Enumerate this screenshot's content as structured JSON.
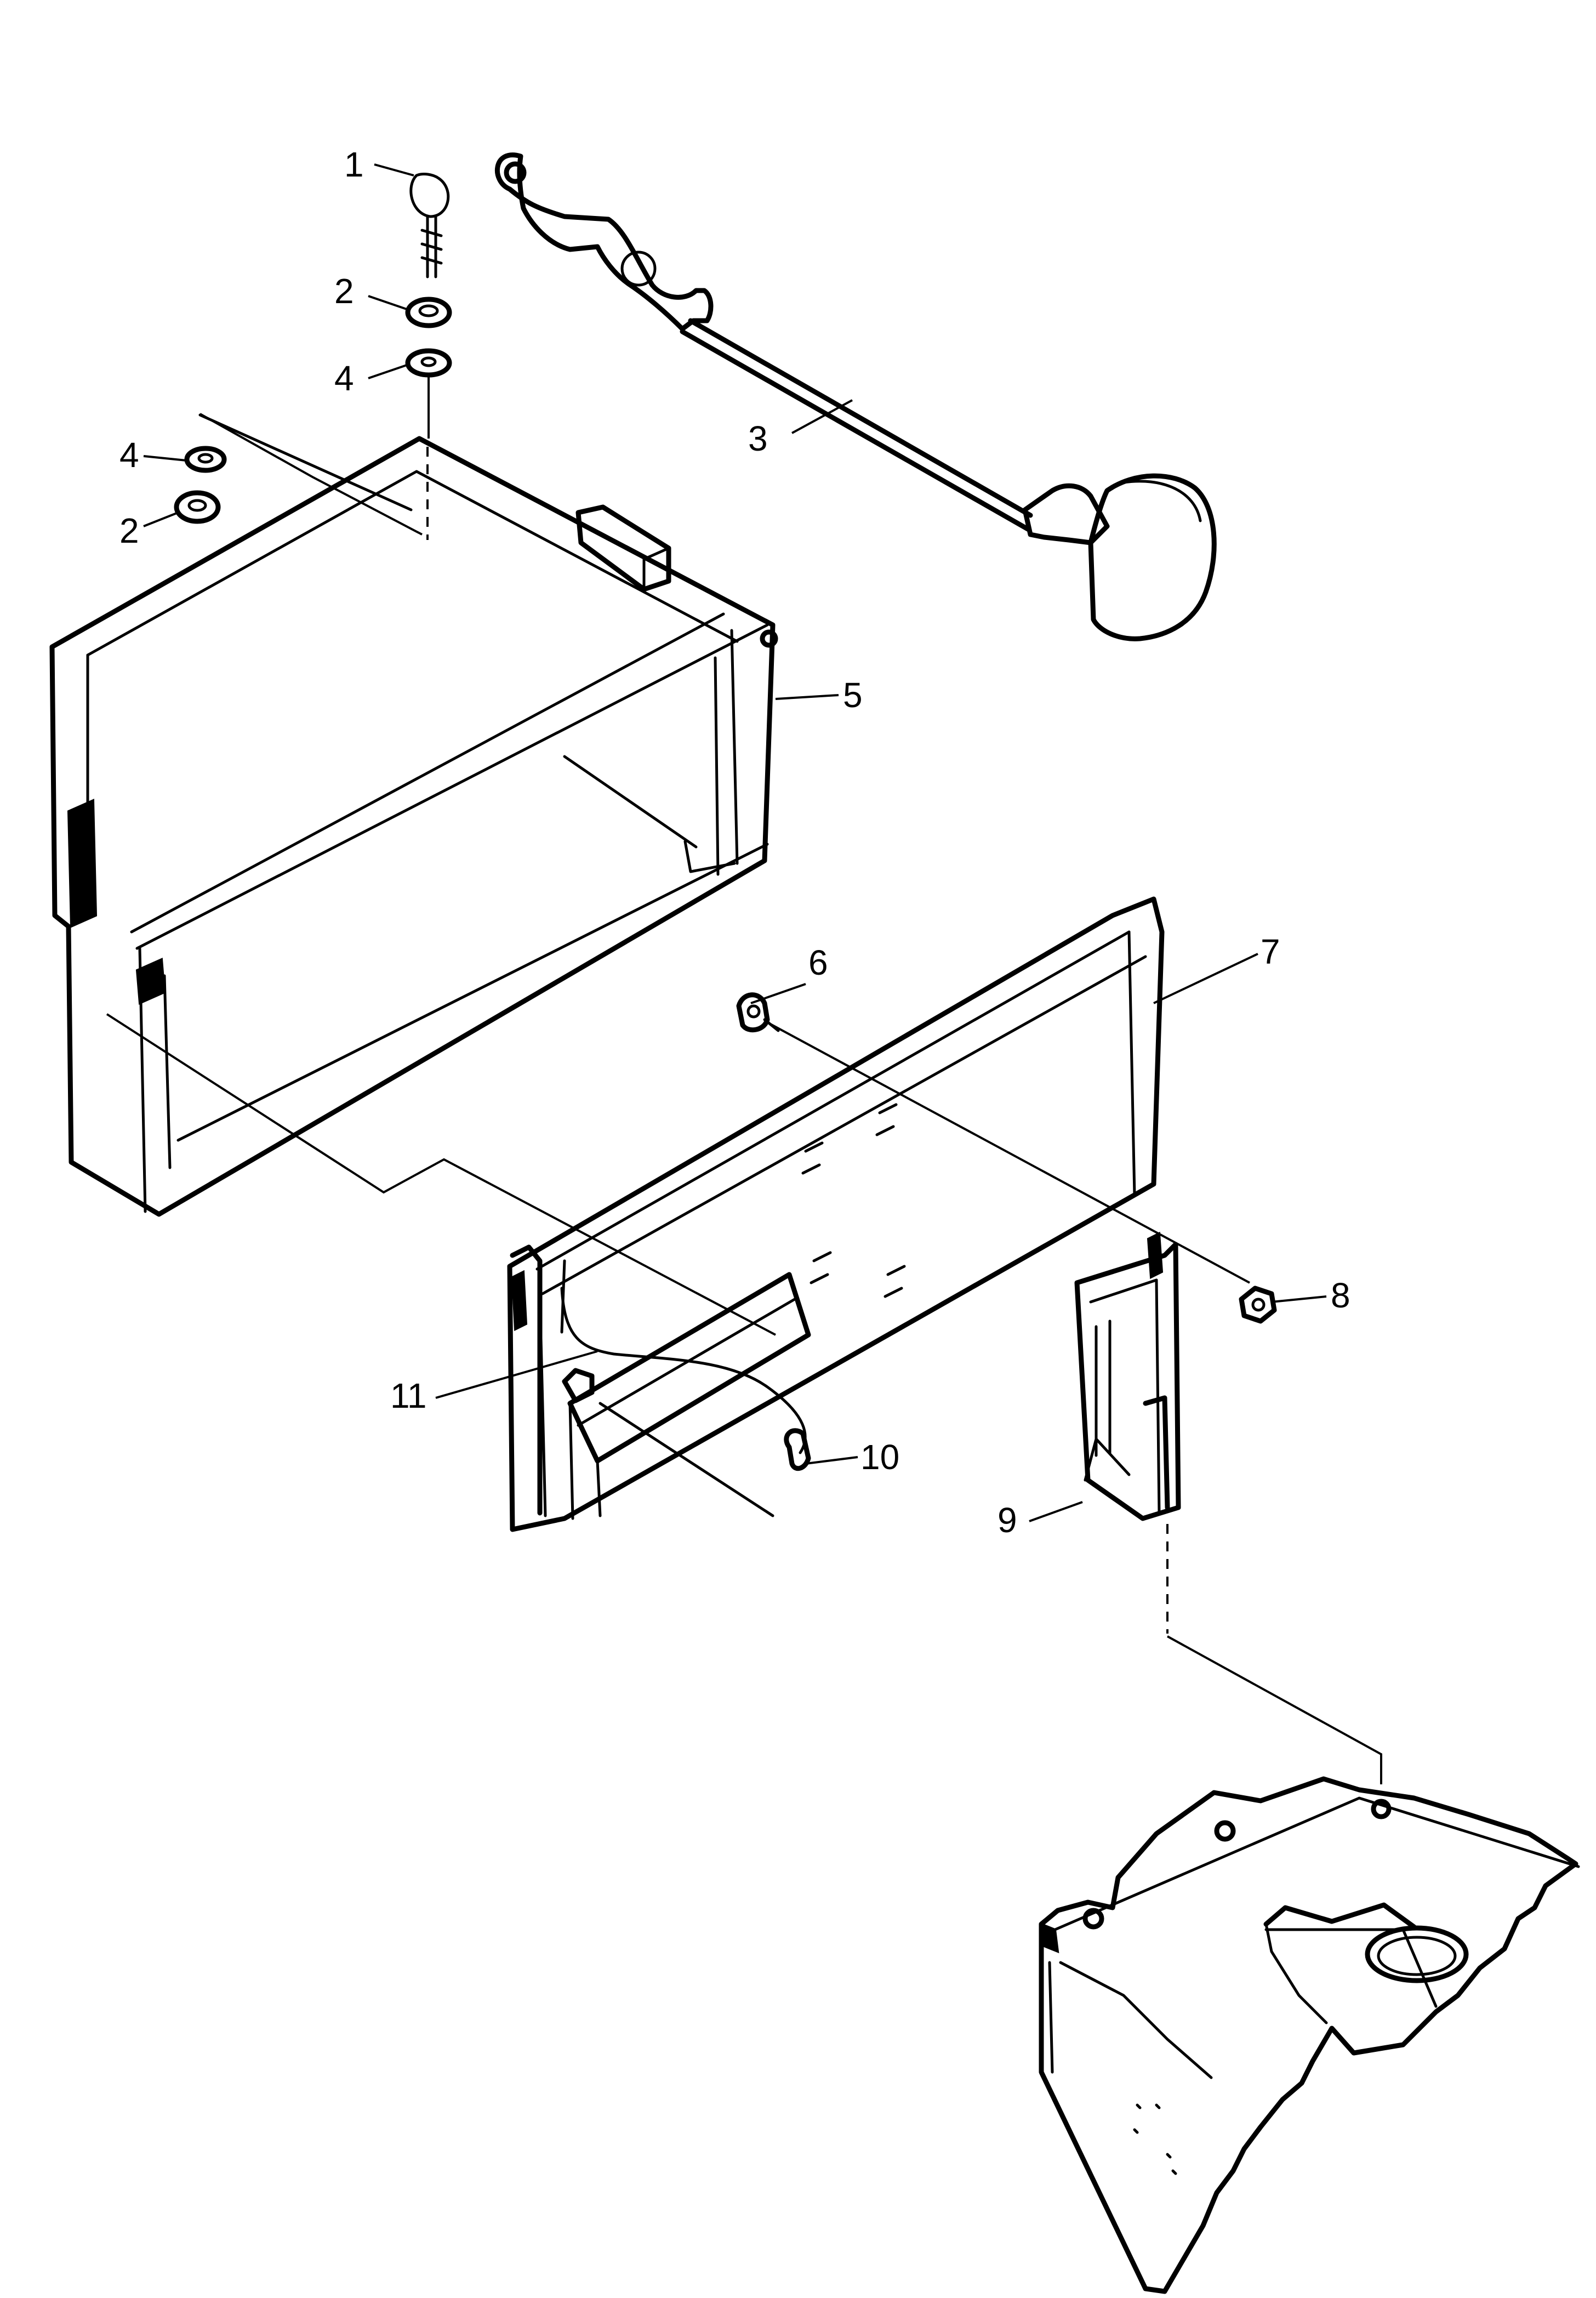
{
  "callouts": [
    "1",
    "2",
    "3",
    "4",
    "4",
    "2",
    "5",
    "6",
    "7",
    "8",
    "9",
    "10",
    "11"
  ]
}
